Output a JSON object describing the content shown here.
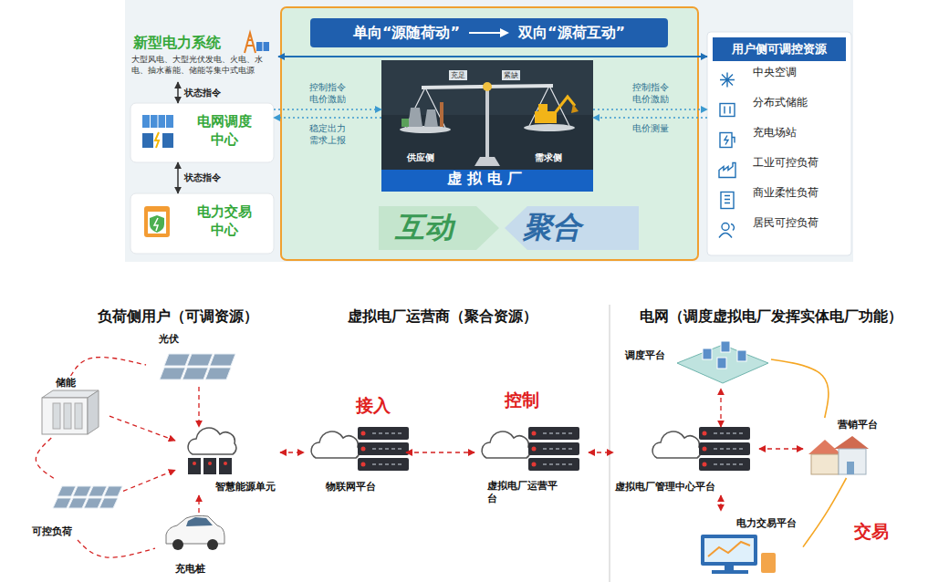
{
  "diagram": {
    "nodes": [
      {
        "text": [
          "新型电力系统",
          "大型风电、大型光伏发电、火电、水电、抽水蓄能、储能等集中式电源"
        ]
      },
      {
        "text": [
          "电网调度中心"
        ]
      },
      {
        "text": [
          "电力交易中心"
        ]
      },
      {
        "text": [
          "互动",
          "聚合"
        ]
      },
      {
        "text": [
          "单向“源随荷动”",
          "双向“源荷互动”"
        ],
        "in": 3
      },
      {
        "text": [
          "虚拟电厂"
        ],
        "in": 3
      },
      {
        "text": [
          "用户侧可调控资源",
          "中央空调",
          "分布式储能",
          "充电场站",
          "工业可控负荷",
          "商业柔性负荷",
          "居民可控负荷"
        ]
      },
      {
        "text": [
          "光伏"
        ]
      },
      {
        "text": [
          "储能"
        ]
      },
      {
        "text": [
          "可控负荷"
        ]
      },
      {
        "text": [
          "充电桩"
        ]
      },
      {
        "text": [
          "智慧能源单元"
        ]
      },
      {
        "text": [
          "物联网平台"
        ]
      },
      {
        "text": [
          "虚拟电厂运营平台"
        ]
      },
      {
        "text": [
          "虚拟电厂管理中心平台"
        ]
      },
      {
        "text": [
          "调度平台"
        ]
      },
      {
        "text": [
          "营销平台"
        ]
      },
      {
        "text": [
          "电力交易平台"
        ]
      }
    ],
    "edges": [
      {
        "from": 0,
        "to": 1,
        "label": "状态指令",
        "arrow": "both"
      },
      {
        "from": 1,
        "to": 2,
        "label": "状态指令",
        "arrow": "both"
      },
      {
        "from": 0,
        "to": 6,
        "arrow": "both"
      },
      {
        "from": 1,
        "to": 5,
        "label": "控制指令 电价激励",
        "arrow": "to"
      },
      {
        "from": 5,
        "to": 1,
        "label": "稳定出力 需求上报",
        "arrow": "to"
      },
      {
        "from": 5,
        "to": 6,
        "label": "控制指令 电价激励",
        "arrow": "to"
      },
      {
        "from": 6,
        "to": 5,
        "label": "电价测量",
        "arrow": "to"
      },
      {
        "from": 7,
        "to": 11,
        "arrow": "to"
      },
      {
        "from": 8,
        "to": 11,
        "arrow": "to"
      },
      {
        "from": 9,
        "to": 11,
        "arrow": "to"
      },
      {
        "from": 10,
        "to": 11,
        "arrow": "to"
      },
      {
        "from": 8,
        "to": 7,
        "arrow": "none"
      },
      {
        "from": 8,
        "to": 9,
        "arrow": "none"
      },
      {
        "from": 9,
        "to": 10,
        "arrow": "none"
      },
      {
        "from": 11,
        "to": 12,
        "arrow": "both"
      },
      {
        "from": 12,
        "to": 13,
        "arrow": "both"
      },
      {
        "from": 13,
        "to": 14,
        "arrow": "both"
      },
      {
        "from": 14,
        "to": 15,
        "arrow": "both"
      },
      {
        "from": 14,
        "to": 16,
        "arrow": "both"
      },
      {
        "from": 14,
        "to": 17,
        "arrow": "both"
      },
      {
        "from": 15,
        "to": 16,
        "arrow": "none"
      },
      {
        "from": 16,
        "to": 17,
        "arrow": "none"
      }
    ],
    "labels": [
      "供应侧",
      "需求侧",
      "充足",
      "紧缺",
      "负荷侧用户（可调资源）",
      "虚拟电厂运营商（聚合资源）",
      "电网（调度虚拟电厂发挥实体电厂功能）",
      "接入",
      "控制",
      "交易"
    ]
  }
}
